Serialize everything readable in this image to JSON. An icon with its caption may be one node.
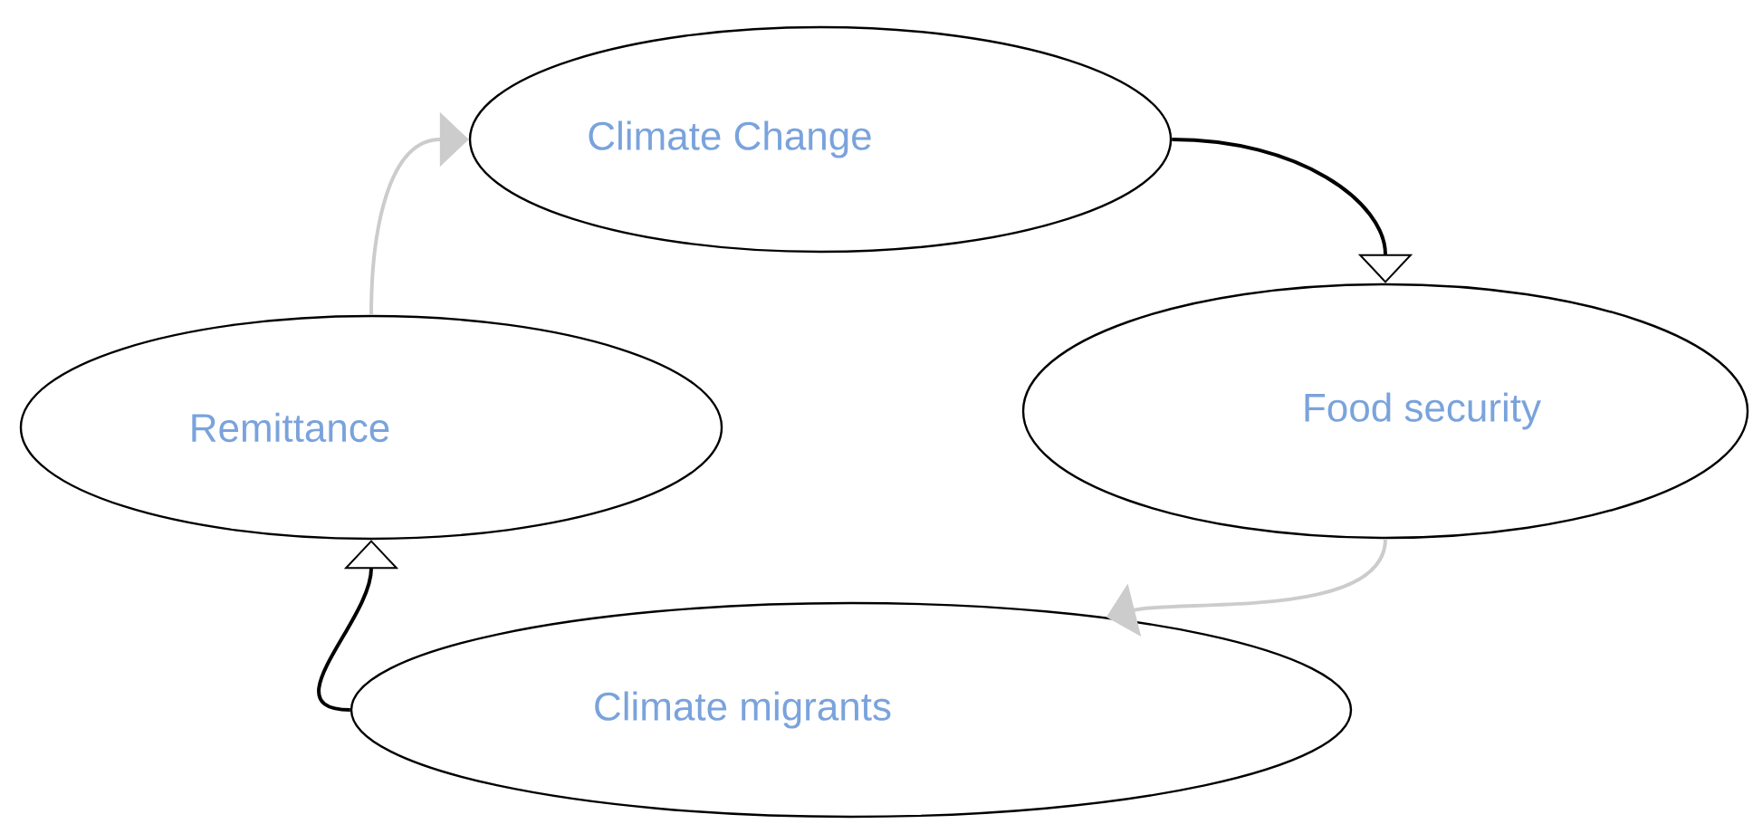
{
  "diagram": {
    "nodes": [
      {
        "text": [
          "Climate Change"
        ]
      },
      {
        "text": [
          "Food security"
        ]
      },
      {
        "text": [
          "Remittance"
        ]
      },
      {
        "text": [
          "Climate migrants"
        ]
      }
    ],
    "edges": [
      {
        "from": 0,
        "to": 1,
        "arrow": "to"
      },
      {
        "from": 1,
        "to": 3,
        "arrow": "to",
        "color": "#cccccc"
      },
      {
        "from": 3,
        "to": 2,
        "arrow": "to"
      },
      {
        "from": 2,
        "to": 0,
        "arrow": "to",
        "color": "#cccccc"
      }
    ]
  }
}
